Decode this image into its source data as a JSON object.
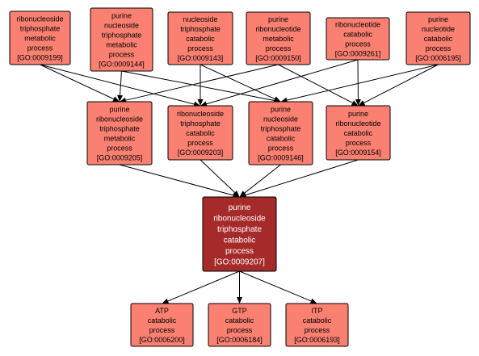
{
  "colors": {
    "node_fill": "#fa8072",
    "focus_fill": "#a52a2a",
    "edge": "#000000"
  },
  "nodes": [
    {
      "id": "n1",
      "lines": [
        "ribonucleoside",
        "triphosphate",
        "metabolic",
        "process",
        "[GO:0009199]"
      ]
    },
    {
      "id": "n2",
      "lines": [
        "purine",
        "nucleoside",
        "triphosphate",
        "metabolic",
        "process",
        "[GO:0009144]"
      ]
    },
    {
      "id": "n3",
      "lines": [
        "nucleoside",
        "triphosphate",
        "catabolic",
        "process",
        "[GO:0009143]"
      ]
    },
    {
      "id": "n4",
      "lines": [
        "purine",
        "ribonucleotide",
        "metabolic",
        "process",
        "[GO:0009150]"
      ]
    },
    {
      "id": "n5",
      "lines": [
        "ribonucleotide",
        "catabolic",
        "process",
        "[GO:0009261]"
      ]
    },
    {
      "id": "n6",
      "lines": [
        "purine",
        "nucleotide",
        "catabolic",
        "process",
        "[GO:0006195]"
      ]
    },
    {
      "id": "n7",
      "lines": [
        "purine",
        "ribonucleoside",
        "triphosphate",
        "metabolic",
        "process",
        "[GO:0009205]"
      ]
    },
    {
      "id": "n8",
      "lines": [
        "ribonucleoside",
        "triphosphate",
        "catabolic",
        "process",
        "[GO:0009203]"
      ]
    },
    {
      "id": "n9",
      "lines": [
        "purine",
        "nucleoside",
        "triphosphate",
        "catabolic",
        "process",
        "[GO:0009146]"
      ]
    },
    {
      "id": "n10",
      "lines": [
        "purine",
        "ribonucleotide",
        "catabolic",
        "process",
        "[GO:0009154]"
      ]
    },
    {
      "id": "n11",
      "focus": true,
      "lines": [
        "purine",
        "ribonucleoside",
        "triphosphate",
        "catabolic",
        "process",
        "[GO:0009207]"
      ]
    },
    {
      "id": "n12",
      "lines": [
        "ATP",
        "catabolic",
        "process",
        "[GO:0006200]"
      ]
    },
    {
      "id": "n13",
      "lines": [
        "GTP",
        "catabolic",
        "process",
        "[GO:0006184]"
      ]
    },
    {
      "id": "n14",
      "lines": [
        "ITP",
        "catabolic",
        "process",
        "[GO:0006193]"
      ]
    }
  ],
  "edges": [
    [
      "n1",
      "n7"
    ],
    [
      "n1",
      "n8"
    ],
    [
      "n2",
      "n7"
    ],
    [
      "n2",
      "n9"
    ],
    [
      "n3",
      "n8"
    ],
    [
      "n3",
      "n9"
    ],
    [
      "n4",
      "n7"
    ],
    [
      "n4",
      "n10"
    ],
    [
      "n5",
      "n8"
    ],
    [
      "n5",
      "n10"
    ],
    [
      "n6",
      "n9"
    ],
    [
      "n6",
      "n10"
    ],
    [
      "n7",
      "n11"
    ],
    [
      "n8",
      "n11"
    ],
    [
      "n9",
      "n11"
    ],
    [
      "n10",
      "n11"
    ],
    [
      "n11",
      "n12"
    ],
    [
      "n11",
      "n13"
    ],
    [
      "n11",
      "n14"
    ]
  ]
}
